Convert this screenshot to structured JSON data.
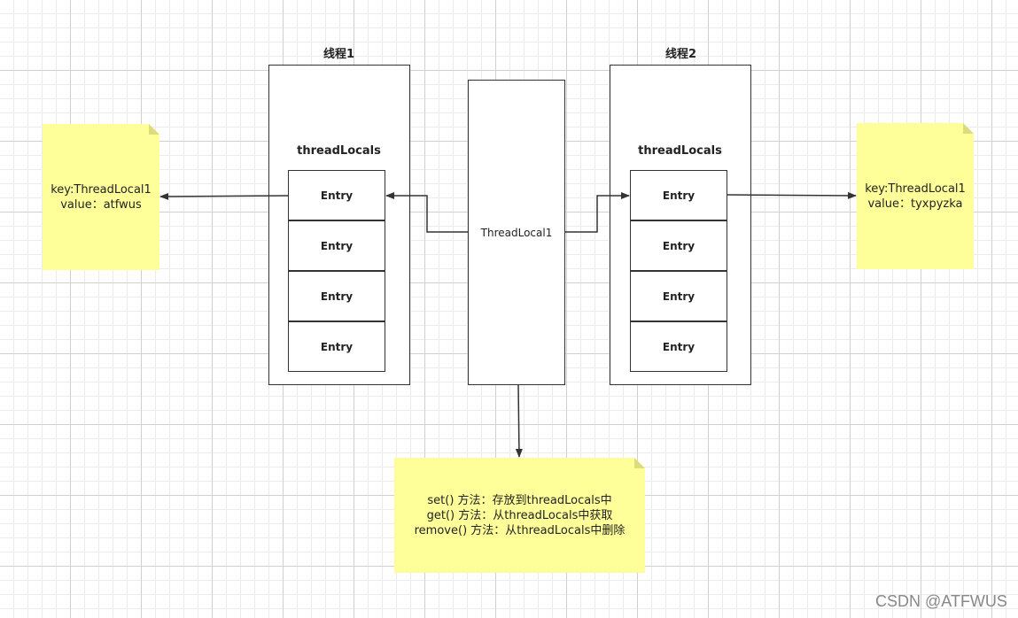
{
  "thread1": {
    "title": "线程1",
    "locals_label": "threadLocals",
    "entries": [
      "Entry",
      "Entry",
      "Entry",
      "Entry"
    ]
  },
  "thread2": {
    "title": "线程2",
    "locals_label": "threadLocals",
    "entries": [
      "Entry",
      "Entry",
      "Entry",
      "Entry"
    ]
  },
  "threadlocal": {
    "label": "ThreadLocal1"
  },
  "note_left": {
    "lines": [
      "key:ThreadLocal1",
      "value：atfwus"
    ]
  },
  "note_right": {
    "lines": [
      "key:ThreadLocal1",
      "value：tyxpyzka"
    ]
  },
  "note_bottom": {
    "lines": [
      "set() 方法：存放到threadLocals中",
      "get() 方法：从threadLocals中获取",
      "remove() 方法：从threadLocals中删除"
    ]
  },
  "watermark": "CSDN @ATFWUS",
  "colors": {
    "note_fill": "#ffff99",
    "line": "#333333"
  }
}
